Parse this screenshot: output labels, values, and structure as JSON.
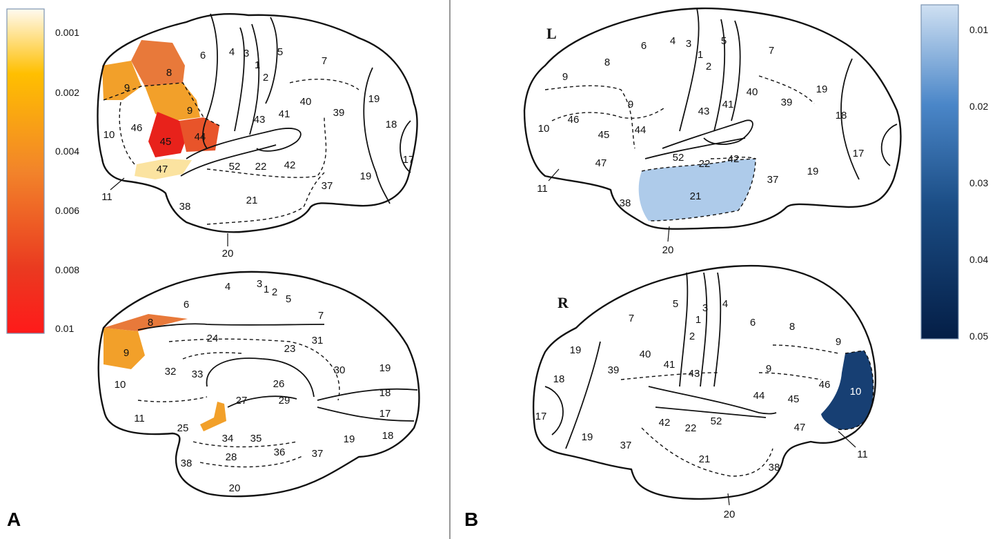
{
  "panels": {
    "A": {
      "label": "A",
      "colorbar": {
        "ticks": [
          "0.001",
          "0.002",
          "0.004",
          "0.006",
          "0.008",
          "0.01"
        ],
        "colors": [
          "#fffaf0",
          "#ffbf00",
          "#f27a2a",
          "#e0191c",
          "#ff1a1a"
        ]
      },
      "lateral_labels": [
        "6",
        "4",
        "3",
        "1",
        "2",
        "5",
        "7",
        "8",
        "9",
        "9",
        "10",
        "46",
        "45",
        "44",
        "43",
        "41",
        "40",
        "39",
        "19",
        "18",
        "17",
        "19",
        "47",
        "11",
        "52",
        "22",
        "42",
        "37",
        "38",
        "21",
        "20"
      ],
      "medial_labels": [
        "4",
        "3",
        "1",
        "2",
        "5",
        "6",
        "7",
        "8",
        "9",
        "24",
        "23",
        "31",
        "19",
        "18",
        "17",
        "18",
        "19",
        "10",
        "32",
        "33",
        "26",
        "30",
        "29",
        "27",
        "11",
        "25",
        "34",
        "35",
        "28",
        "36",
        "37",
        "38",
        "20"
      ],
      "highlighted": {
        "8": "#e8793a",
        "9": "#f2a02a",
        "45": "#e8221b",
        "44": "#e8542a",
        "47": "#fbe3a0",
        "8m": "#e8793a",
        "9m": "#f2a02a",
        "25": "#f2a02a"
      }
    },
    "B": {
      "label": "B",
      "colorbar": {
        "ticks": [
          "0.01",
          "0.02",
          "0.03",
          "0.04",
          "0.05"
        ],
        "colors": [
          "#c6dbef",
          "#4a86c8",
          "#1b4d85",
          "#072a5c",
          "#041e46"
        ]
      },
      "hemi_L": "L",
      "hemi_R": "R",
      "left_labels": [
        "6",
        "4",
        "3",
        "1",
        "2",
        "5",
        "7",
        "8",
        "9",
        "9",
        "19",
        "10",
        "46",
        "45",
        "44",
        "43",
        "41",
        "40",
        "39",
        "18",
        "17",
        "47",
        "11",
        "52",
        "22",
        "42",
        "21",
        "37",
        "19",
        "38",
        "20"
      ],
      "right_labels": [
        "5",
        "3",
        "1",
        "2",
        "4",
        "6",
        "8",
        "9",
        "7",
        "19",
        "39",
        "40",
        "41",
        "43",
        "9",
        "46",
        "10",
        "18",
        "44",
        "45",
        "17",
        "42",
        "52",
        "47",
        "22",
        "11",
        "19",
        "37",
        "21",
        "38",
        "20"
      ],
      "highlighted": {
        "21": "#aecbea",
        "10": "#173f73"
      }
    }
  }
}
